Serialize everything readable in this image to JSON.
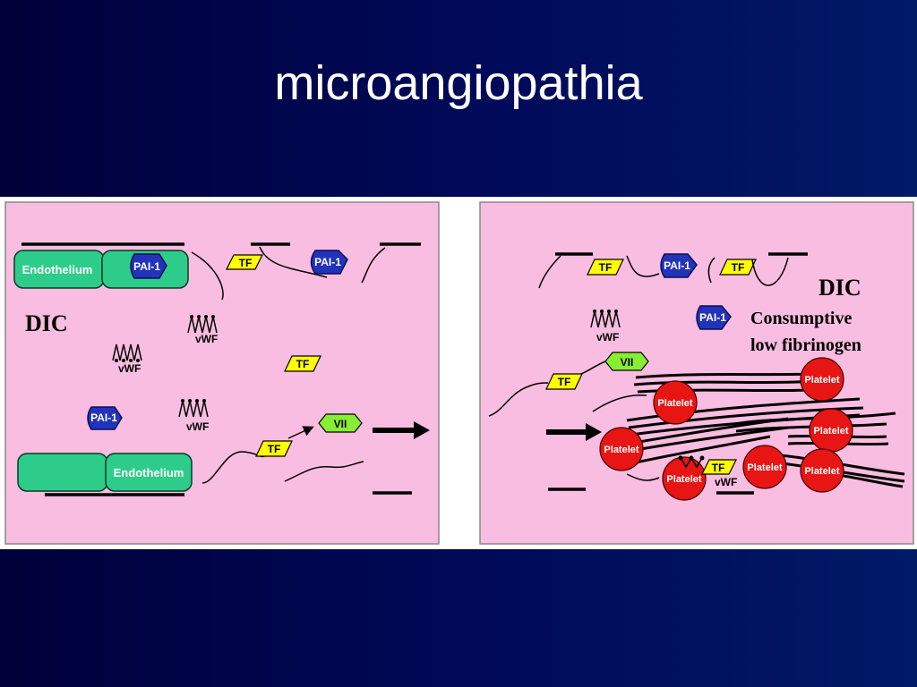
{
  "slide": {
    "title": "microangiopathia"
  },
  "left_panel": {
    "heading": "DIC",
    "endothelium_labels": [
      "Endothelium",
      "Endothelium"
    ],
    "pai_labels": [
      "PAI-1",
      "PAI-1",
      "PAI-1"
    ],
    "tf_labels": [
      "TF",
      "TF",
      "TF"
    ],
    "vwf_labels": [
      "vWF",
      "vWF",
      "vWF"
    ],
    "vii_label": "VII"
  },
  "right_panel": {
    "heading": "DIC",
    "subheading_line1": "Consumptive",
    "subheading_line2": "low fibrinogen",
    "pai_labels": [
      "PAI-1",
      "PAI-1"
    ],
    "tf_labels": [
      "TF",
      "TF",
      "TF",
      "TF"
    ],
    "vwf_labels": [
      "vWF",
      "vWF"
    ],
    "vii_label": "VII",
    "platelet_label": "Platelet"
  },
  "colors": {
    "background": "#000a5a",
    "panel": "#f8bde0",
    "endothelium": "#2ecc8a",
    "pai": "#2233bb",
    "tf": "#ffff00",
    "vii": "#88ee33",
    "platelet": "#e81515"
  }
}
